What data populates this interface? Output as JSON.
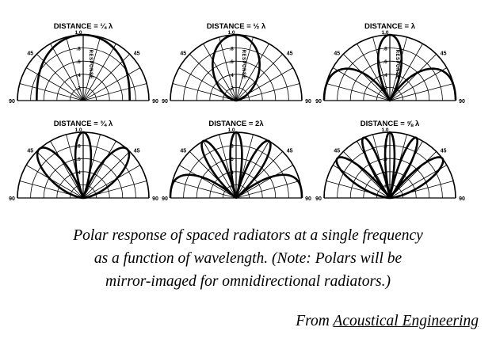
{
  "diagram": {
    "type": "polar-response-grid",
    "axis_labels": {
      "max": "1.0",
      "r8": ".8",
      "r6": ".6",
      "r4": ".4",
      "r2": ".2",
      "angle_mid": "45",
      "angle_end": "90",
      "response": "RESPONSE"
    },
    "panels": [
      {
        "label": "DISTANCE = ¼ λ",
        "distance_wavelengths": 0.25
      },
      {
        "label": "DISTANCE = ½ λ",
        "distance_wavelengths": 0.5
      },
      {
        "label": "DISTANCE = λ",
        "distance_wavelengths": 1.0
      },
      {
        "label": "DISTANCE = ¾ λ",
        "distance_wavelengths": 1.5
      },
      {
        "label": "DISTANCE = 2λ",
        "distance_wavelengths": 2.0
      },
      {
        "label": "DISTANCE = ⅝ λ",
        "distance_wavelengths": 2.5
      }
    ]
  },
  "caption": {
    "lines": [
      "Polar response of spaced radiators at a single frequency",
      "as a function of wavelength. (Note: Polars will be",
      "mirror-imaged for omnidirectional radiators.)"
    ]
  },
  "source": {
    "prefix": "From ",
    "book": "Acoustical Engineering"
  }
}
